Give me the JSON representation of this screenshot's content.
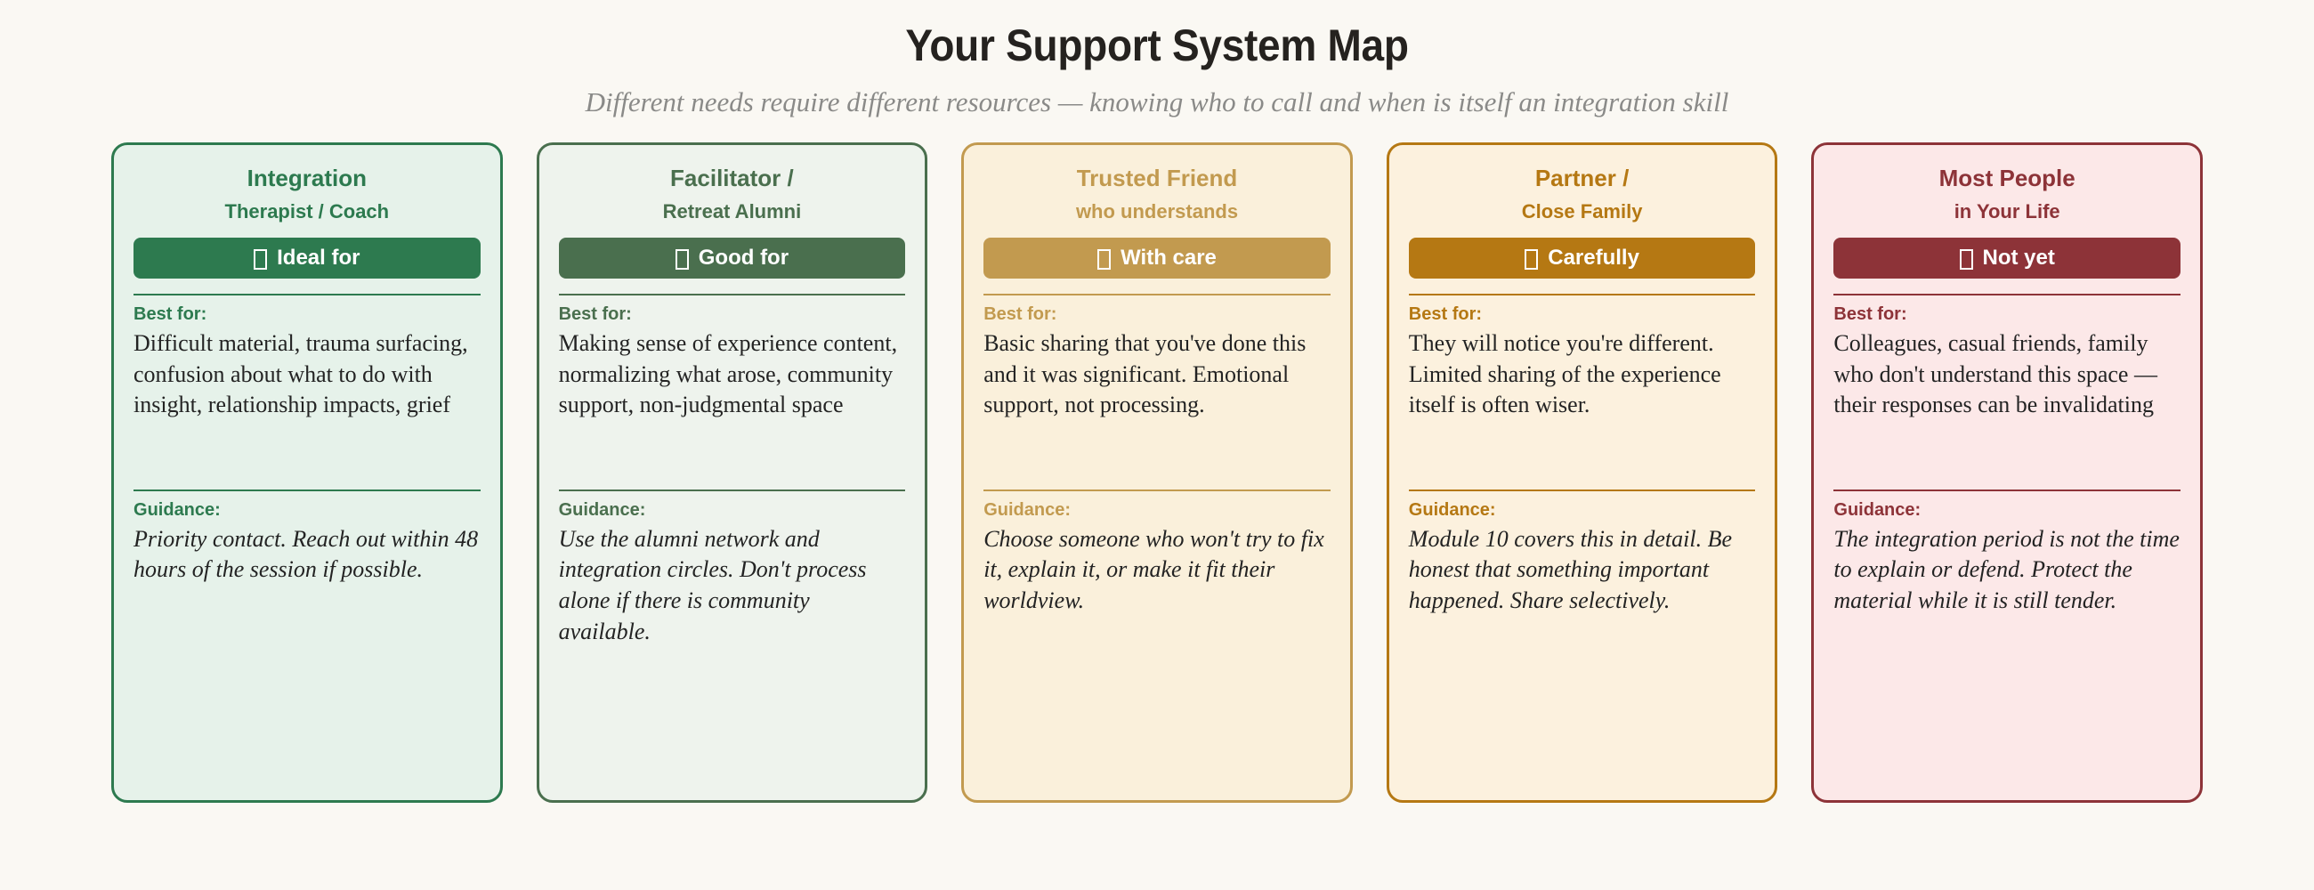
{
  "header": {
    "title": "Your Support System Map",
    "subtitle": "Different needs require different resources — knowing who to call and when is itself an integration skill"
  },
  "labels": {
    "best_for": "Best for:",
    "guidance": "Guidance:",
    "badge_icon": "missing-glyph-box"
  },
  "cards": [
    {
      "key": "integration",
      "title": "Integration",
      "subtitle": "Therapist / Coach",
      "badge": "Ideal for",
      "best_for": "Difficult material, trauma surfacing, confusion about what to do with insight, relationship impacts, grief",
      "guidance": "Priority contact. Reach out within 48 hours of the session if possible.",
      "accent": "#2d7a4f",
      "background": "#e6f2ea"
    },
    {
      "key": "facilitator",
      "title": "Facilitator /",
      "subtitle": "Retreat Alumni",
      "badge": "Good for",
      "best_for": "Making sense of experience content, normalizing what arose, community support, non-judgmental space",
      "guidance": "Use the alumni network and integration circles. Don't process alone if there is community available.",
      "accent": "#4a6f4e",
      "background": "#eef3ed"
    },
    {
      "key": "trusted-friend",
      "title": "Trusted Friend",
      "subtitle": "who understands",
      "badge": "With care",
      "best_for": "Basic sharing that you've done this and it was significant. Emotional support, not processing.",
      "guidance": "Choose someone who won't try to fix it, explain it, or make it fit their worldview.",
      "accent": "#c29a4f",
      "background": "#faf0db"
    },
    {
      "key": "partner",
      "title": "Partner /",
      "subtitle": "Close Family",
      "badge": "Carefully",
      "best_for": "They will notice you're different. Limited sharing of the experience itself is often wiser.",
      "guidance": "Module 10 covers this in detail. Be honest that something important happened. Share selectively.",
      "accent": "#b57813",
      "background": "#fcf1de"
    },
    {
      "key": "most-people",
      "title": "Most People",
      "subtitle": "in Your Life",
      "badge": "Not yet",
      "best_for": "Colleagues, casual friends, family who don't understand this space — their responses can be invalidating",
      "guidance": "The integration period is not the time to explain or defend. Protect the material while it is still tender.",
      "accent": "#8d3338",
      "background": "#fce8e8"
    }
  ]
}
